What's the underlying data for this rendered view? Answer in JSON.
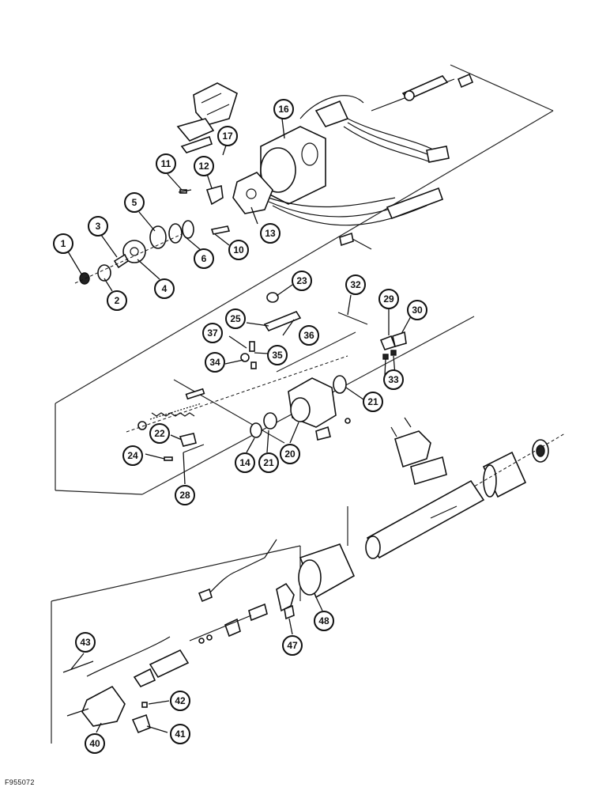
{
  "figure_id": "F955072",
  "callouts": [
    "1",
    "2",
    "3",
    "4",
    "5",
    "6",
    "10",
    "11",
    "12",
    "13",
    "16",
    "17",
    "14",
    "20",
    "21",
    "21",
    "22",
    "23",
    "24",
    "25",
    "28",
    "29",
    "30",
    "32",
    "33",
    "34",
    "35",
    "36",
    "37",
    "40",
    "41",
    "42",
    "43",
    "47",
    "48"
  ]
}
